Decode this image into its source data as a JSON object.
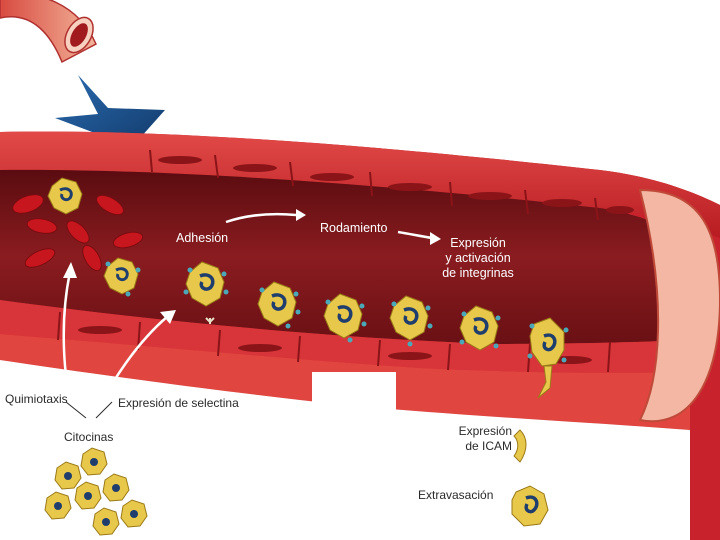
{
  "labels": {
    "adhesion": "Adhesión",
    "rodamiento": "Rodamiento",
    "expresion_integrinas": [
      "Expresión",
      "y activación",
      "de integrinas"
    ],
    "quimiotaxis": "Quimiotaxis",
    "expresion_selectina": "Expresión de selectina",
    "citocinas": "Citocinas",
    "expresion_icam": [
      "Expresión",
      "de ICAM"
    ],
    "extravasacion": "Extravasación"
  },
  "colors": {
    "vessel_wall": "#c8232c",
    "vessel_wall_light": "#e06a6a",
    "lumen": "#7a1418",
    "endothelium": "#d9363a",
    "cell": "#e8c84a",
    "nucleus": "#1f3e6e",
    "receptor": "#4aa8b8",
    "arrow": "#1c4f8a"
  }
}
